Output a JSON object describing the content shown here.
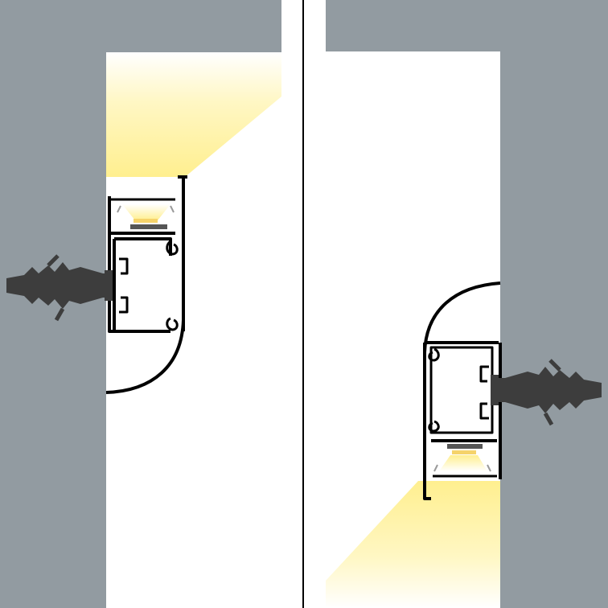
{
  "diagram": {
    "panels": [
      {
        "id": "left",
        "mount": "upward-light",
        "side": "wall-left"
      },
      {
        "id": "right",
        "mount": "downward-light",
        "side": "wall-right"
      }
    ],
    "colors": {
      "wall": "#929ba1",
      "profile": "#000000",
      "light_glow": "#ffef8f",
      "light_fade": "#ffffff",
      "led_chip": "#f5d36a",
      "dowel": "#3d3d3d",
      "divider": "#000000",
      "background": "#ffffff"
    },
    "icons": [
      "led-profile-icon",
      "wall-dowel-icon",
      "light-beam-icon"
    ]
  }
}
